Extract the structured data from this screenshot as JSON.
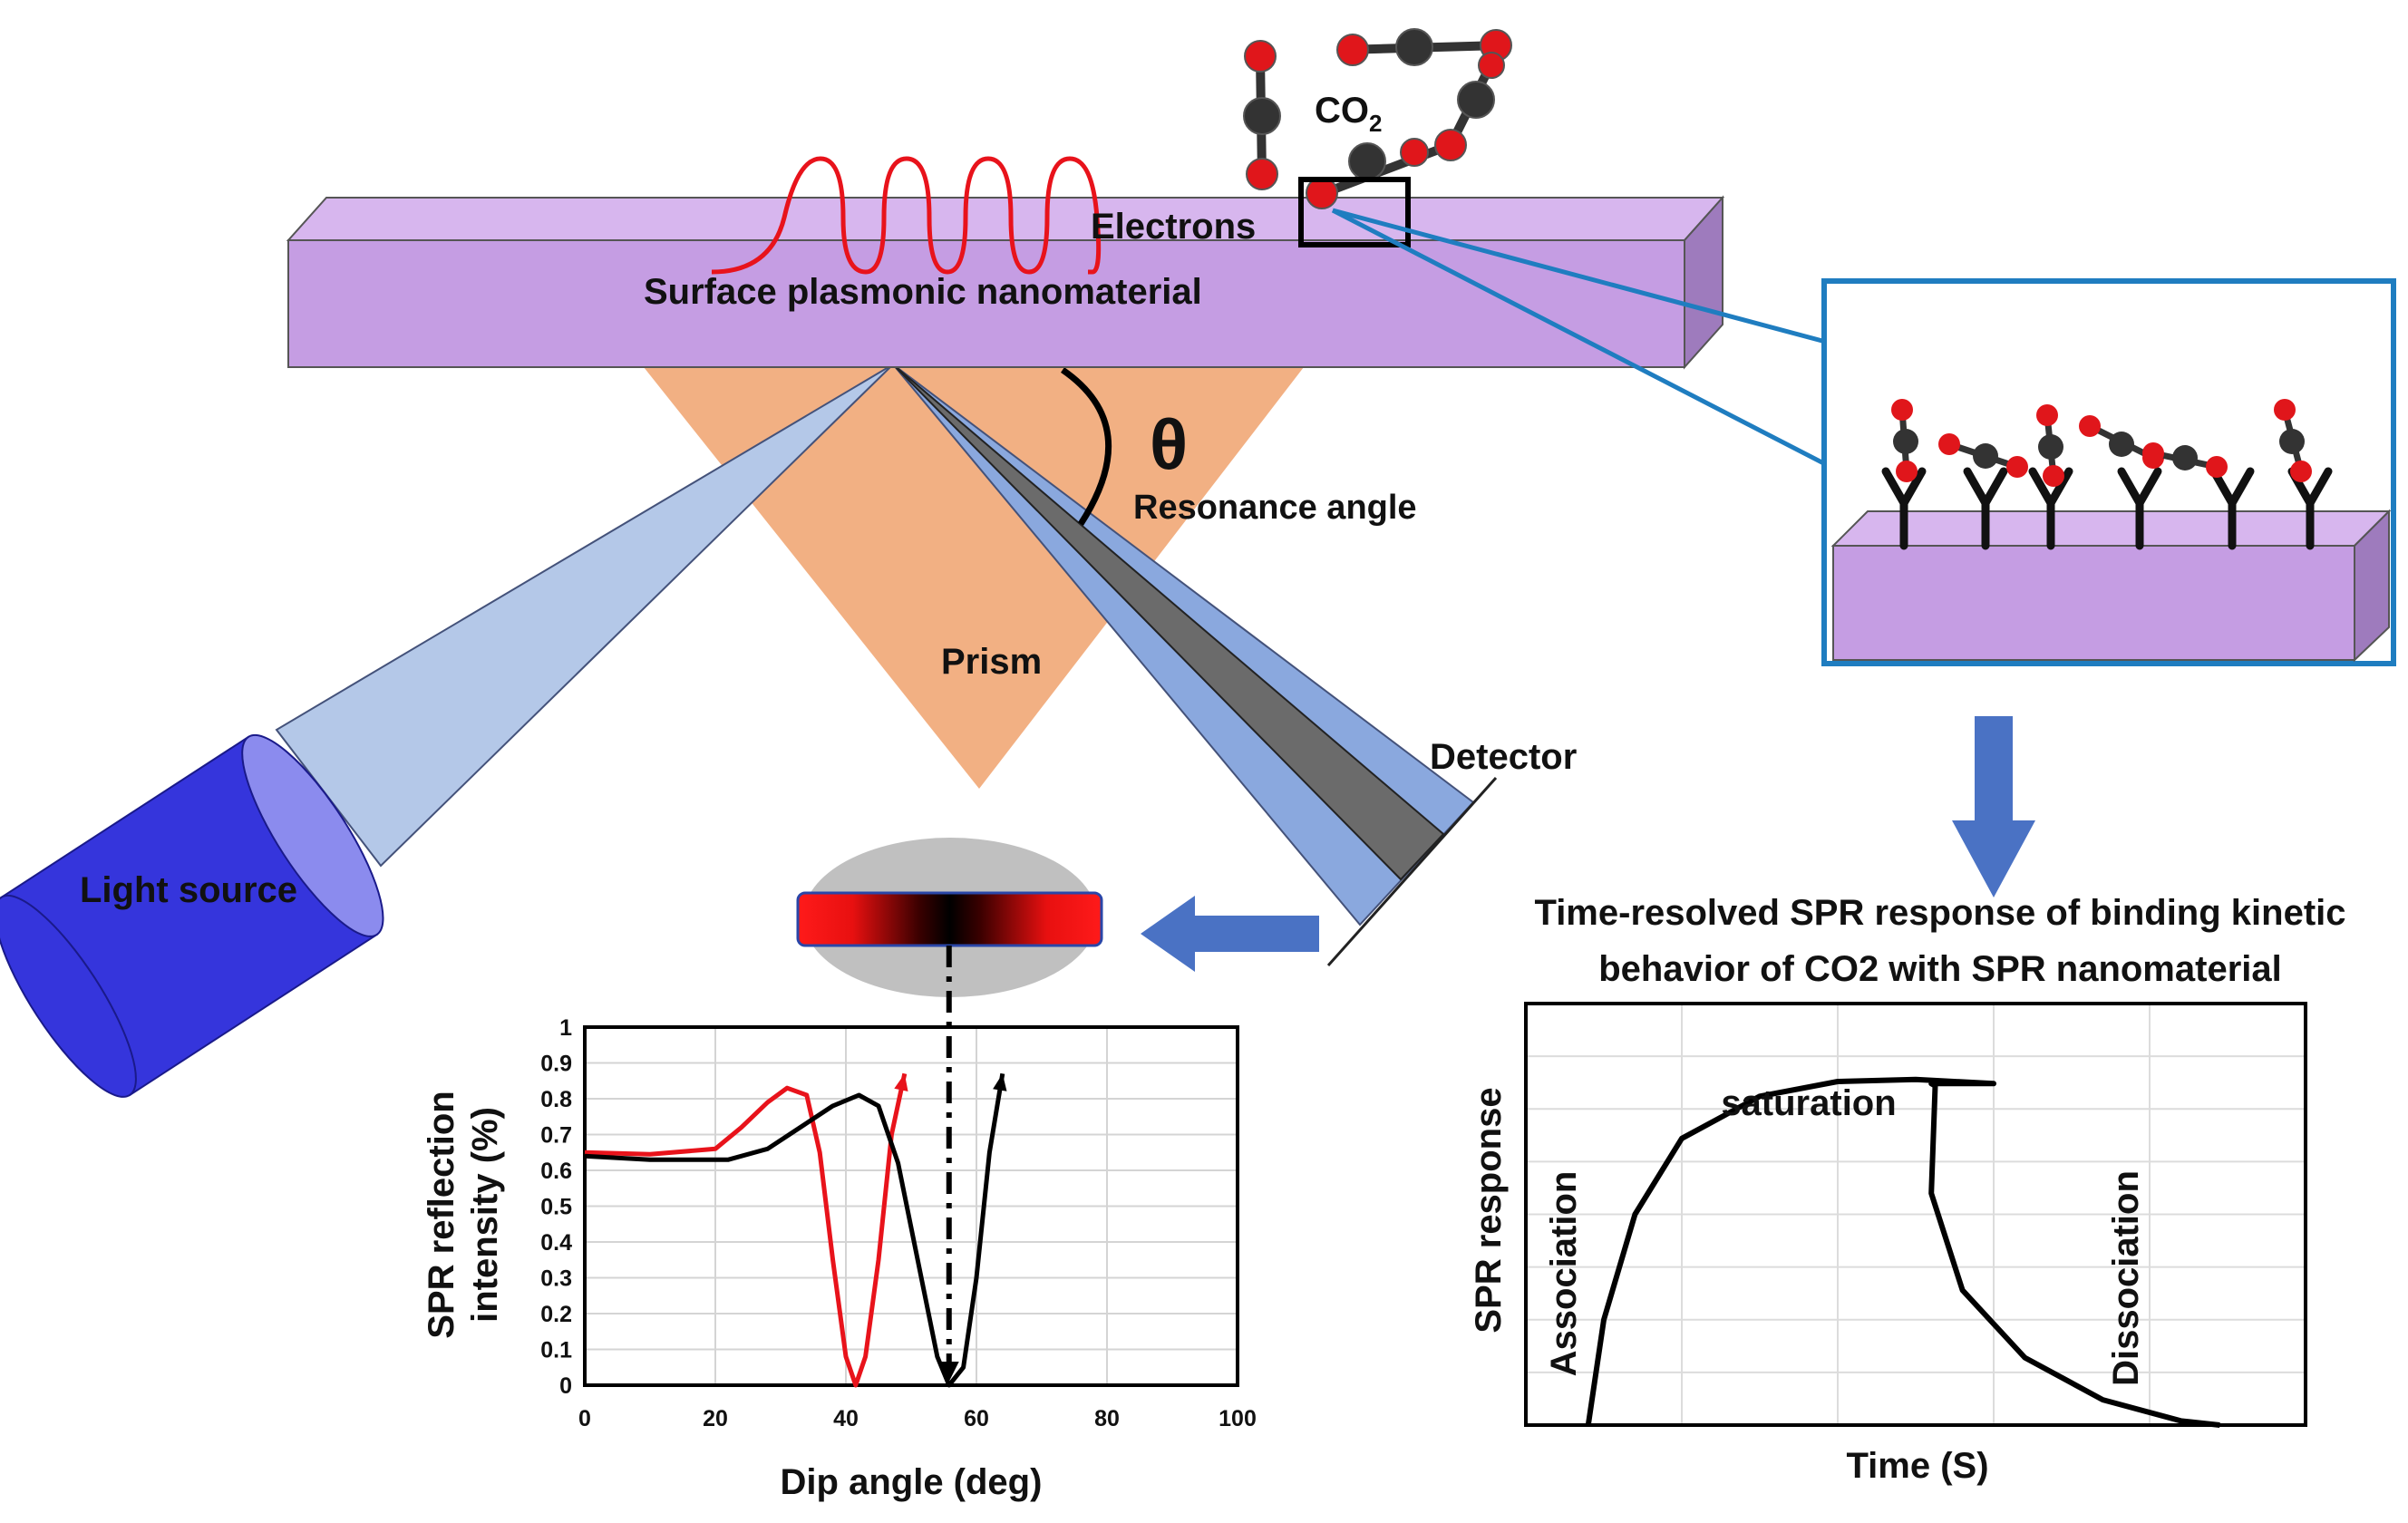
{
  "labels": {
    "co2_prefix": "CO",
    "co2_subscript": "2",
    "electrons": "Electrons",
    "surface": "Surface plasmonic nanomaterial",
    "theta": "θ",
    "resonance_angle": "Resonance angle",
    "prism": "Prism",
    "detector": "Detector",
    "light_source": "Light source",
    "kinetics_title_line1": "Time-resolved SPR response of binding kinetic",
    "kinetics_title_line2": "behavior of CO2 with SPR nanomaterial"
  },
  "colors": {
    "slab": "#c59de3",
    "prism": "#f2b083",
    "beam": "#b4c8e8",
    "beam_reflect": "#8aa8de",
    "light_source": "#3535dc",
    "arrow": "#4a72c4",
    "box_border": "#1f7dc0",
    "carbon": "#333333",
    "oxygen": "#e0161b",
    "red_curve": "#e8131b",
    "black_curve": "#000000"
  },
  "chart_data": [
    {
      "type": "line",
      "xlabel": "Dip angle (deg)",
      "ylabel_line1": "SPR reflection",
      "ylabel_line2": "intensity (%)",
      "xlim": [
        0,
        100
      ],
      "ylim": [
        0,
        1
      ],
      "xticks": [
        "0",
        "20",
        "40",
        "60",
        "80",
        "100"
      ],
      "yticks": [
        "0",
        "0.1",
        "0.2",
        "0.3",
        "0.4",
        "0.5",
        "0.6",
        "0.7",
        "0.8",
        "0.9",
        "1"
      ],
      "grid": true,
      "series": [
        {
          "color": "#e8131b",
          "points": [
            [
              0,
              0.65
            ],
            [
              10,
              0.645
            ],
            [
              20,
              0.66
            ],
            [
              24,
              0.72
            ],
            [
              28,
              0.79
            ],
            [
              31,
              0.83
            ],
            [
              34,
              0.81
            ],
            [
              36,
              0.65
            ],
            [
              38,
              0.35
            ],
            [
              40,
              0.08
            ],
            [
              41.5,
              0.0
            ],
            [
              43,
              0.08
            ],
            [
              45,
              0.35
            ],
            [
              47,
              0.7
            ],
            [
              49,
              0.87
            ]
          ]
        },
        {
          "color": "#000000",
          "points": [
            [
              0,
              0.64
            ],
            [
              10,
              0.63
            ],
            [
              22,
              0.63
            ],
            [
              28,
              0.66
            ],
            [
              33,
              0.72
            ],
            [
              38,
              0.78
            ],
            [
              42,
              0.81
            ],
            [
              45,
              0.78
            ],
            [
              48,
              0.62
            ],
            [
              51,
              0.35
            ],
            [
              54,
              0.08
            ],
            [
              55.8,
              0.0
            ],
            [
              58,
              0.05
            ],
            [
              60,
              0.3
            ],
            [
              62,
              0.65
            ],
            [
              64,
              0.87
            ]
          ]
        }
      ],
      "dip_marker_x": 55.8
    },
    {
      "type": "line",
      "xlabel": "Time (S)",
      "ylabel": "SPR response",
      "xlim": [
        0,
        10
      ],
      "ylim": [
        0,
        10
      ],
      "grid": true,
      "annotations": {
        "saturation": "saturation",
        "association": "Association",
        "dissociation": "Dissociation"
      },
      "series": [
        {
          "color": "#000000",
          "points": [
            [
              0.8,
              0.0
            ],
            [
              1.0,
              2.5
            ],
            [
              1.4,
              5.0
            ],
            [
              2.0,
              6.8
            ],
            [
              3.0,
              7.8
            ],
            [
              4.0,
              8.15
            ],
            [
              5.0,
              8.2
            ],
            [
              6.0,
              8.1
            ],
            [
              5.2,
              8.1
            ],
            [
              5.25,
              8.05
            ],
            [
              5.2,
              5.5
            ],
            [
              5.6,
              3.2
            ],
            [
              6.4,
              1.6
            ],
            [
              7.4,
              0.6
            ],
            [
              8.4,
              0.1
            ],
            [
              8.9,
              0.0
            ]
          ]
        }
      ]
    }
  ]
}
